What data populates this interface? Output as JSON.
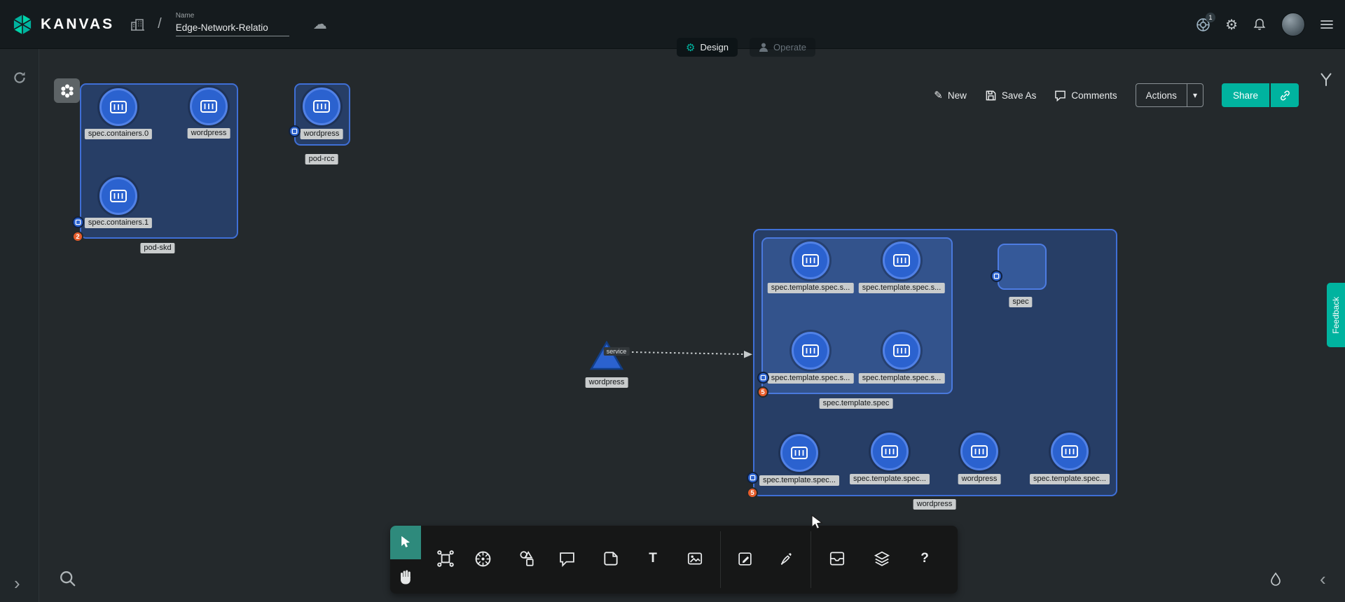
{
  "header": {
    "logo_text": "KANVAS",
    "separator": "/",
    "name_label": "Name",
    "design_name": "Edge-Network-Relatio",
    "notification_count": "1",
    "tabs": [
      {
        "label": "Design"
      },
      {
        "label": "Operate"
      }
    ]
  },
  "canvas_toolbar": {
    "new": "New",
    "save_as": "Save As",
    "comments": "Comments",
    "actions": "Actions",
    "share": "Share"
  },
  "feedback_label": "Feedback",
  "diagram": {
    "pod_skd": {
      "label": "pod-skd",
      "badge": "2",
      "nodes": [
        "spec.containers.0",
        "wordpress",
        "spec.containers.1"
      ]
    },
    "pod_rcc": {
      "label": "pod-rcc",
      "node": "wordpress"
    },
    "service": {
      "label": "wordpress",
      "tag": "service"
    },
    "deployment": {
      "label": "wordpress",
      "badge": "5",
      "template": {
        "label": "spec.template.spec",
        "badge": "5",
        "nodes": [
          "spec.template.spec.s...",
          "spec.template.spec.s...",
          "spec.template.spec.s...",
          "spec.template.spec.s..."
        ]
      },
      "spec_node": "spec",
      "bottom_nodes": [
        "spec.template.spec...",
        "spec.template.spec...",
        "wordpress",
        "spec.template.spec..."
      ]
    }
  },
  "icons": {
    "gear": "⚙",
    "cloud": "☁",
    "pencil": "✎",
    "caret_down": "▾",
    "chevron_right": "›",
    "chevron_left": "‹"
  },
  "tools": {
    "glyphs": {
      "text": "T",
      "help": "?"
    },
    "bottom": [
      "pointer",
      "pan-hand",
      "components",
      "kubernetes",
      "shapes",
      "comment",
      "sticker",
      "text",
      "image",
      "edit",
      "sketch",
      "archive",
      "layers",
      "help"
    ]
  },
  "colors": {
    "accent": "#00B39F",
    "node_blue": "#2b62cf",
    "badge_orange": "#e65c2a"
  }
}
